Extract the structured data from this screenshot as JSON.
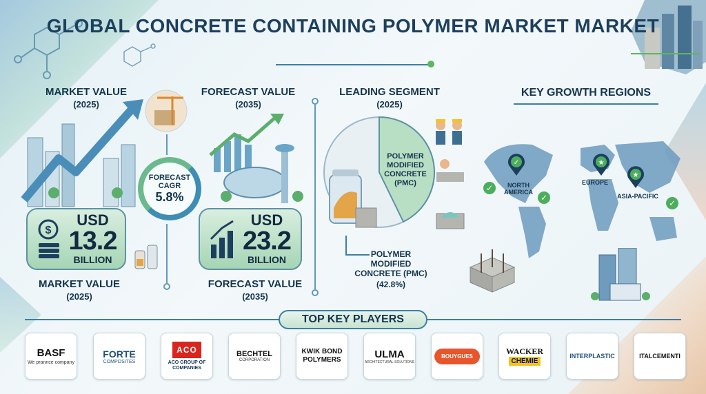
{
  "title": "GLOBAL CONCRETE CONTAINING POLYMER MARKET MARKET",
  "market_value": {
    "heading": "MARKET VALUE",
    "year": "(2025)",
    "currency": "USD",
    "value": "13.2",
    "unit": "BILLION",
    "footer_heading": "MARKET VALUE",
    "footer_year": "(2025)"
  },
  "cagr": {
    "label": "FORECAST CAGR",
    "value": "5.8%"
  },
  "forecast_value": {
    "heading": "FORECAST VALUE",
    "year": "(2035)",
    "currency": "USD",
    "value": "23.2",
    "unit": "BILLION",
    "footer_heading": "FORECAST VALUE",
    "footer_year": "(2035)"
  },
  "leading_segment": {
    "heading": "LEADING SEGMENT",
    "year": "(2025)",
    "pie_label": "POLYMER MODIFIED CONCRETE (PMC)",
    "caption": "POLYMER MODIFIED CONCRETE (PMC)",
    "share": "(42.8%)",
    "share_fraction": 0.428
  },
  "regions": {
    "heading": "KEY GROWTH REGIONS",
    "items": [
      "NORTH AMERICA",
      "EUROPE",
      "ASIA-PACIFIC"
    ]
  },
  "players": {
    "heading": "TOP KEY PLAYERS",
    "basf": {
      "name": "BASF",
      "tagline": "We prannce company"
    },
    "forte": {
      "name": "FORTE",
      "sub": "COMPOSITES"
    },
    "aco": {
      "mark": "ACO",
      "name": "ACO GROUP OF COMPANIES"
    },
    "bechtel": {
      "name": "BECHTEL",
      "sub": "CORPORATION"
    },
    "kwik": {
      "name": "KWIK BOND POLYMERS"
    },
    "ulma": {
      "name": "ULMA",
      "sub": "ARCHITECTURAL SOLUTIONS"
    },
    "bouygues": {
      "name": "BOUYGUES"
    },
    "wacker": {
      "line1": "WACKER",
      "line2": "CHEMIE"
    },
    "interplastic": {
      "name": "INTERPLASTIC"
    },
    "italcementi": {
      "name": "ITALCEMENTI"
    }
  },
  "colors": {
    "primary": "#1d3f5e",
    "accent_green": "#4cae5c",
    "accent_blue": "#3a7fa6",
    "card_green": "#a6d5b5"
  }
}
